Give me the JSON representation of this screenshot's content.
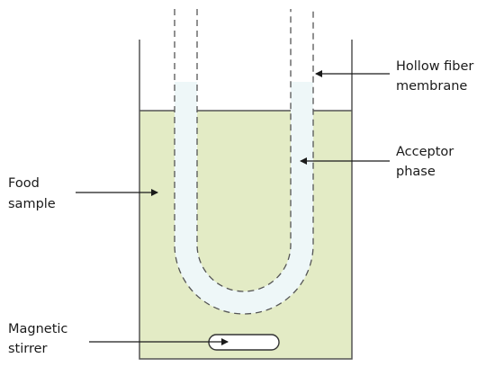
{
  "labels": {
    "hollow_fiber_line1": "Hollow fiber",
    "hollow_fiber_line2": "membrane",
    "acceptor_line1": "Acceptor",
    "acceptor_line2": "phase",
    "food_line1": "Food",
    "food_line2": "sample",
    "stirrer_line1": "Magnetic",
    "stirrer_line2": "stirrer"
  },
  "colors": {
    "food_sample_fill": "#e3ebc5",
    "acceptor_fill": "#eef7f8",
    "vessel_stroke": "#555555",
    "membrane_stroke": "#555555",
    "arrow": "#1a1a1a",
    "text": "#1a1a1a"
  }
}
